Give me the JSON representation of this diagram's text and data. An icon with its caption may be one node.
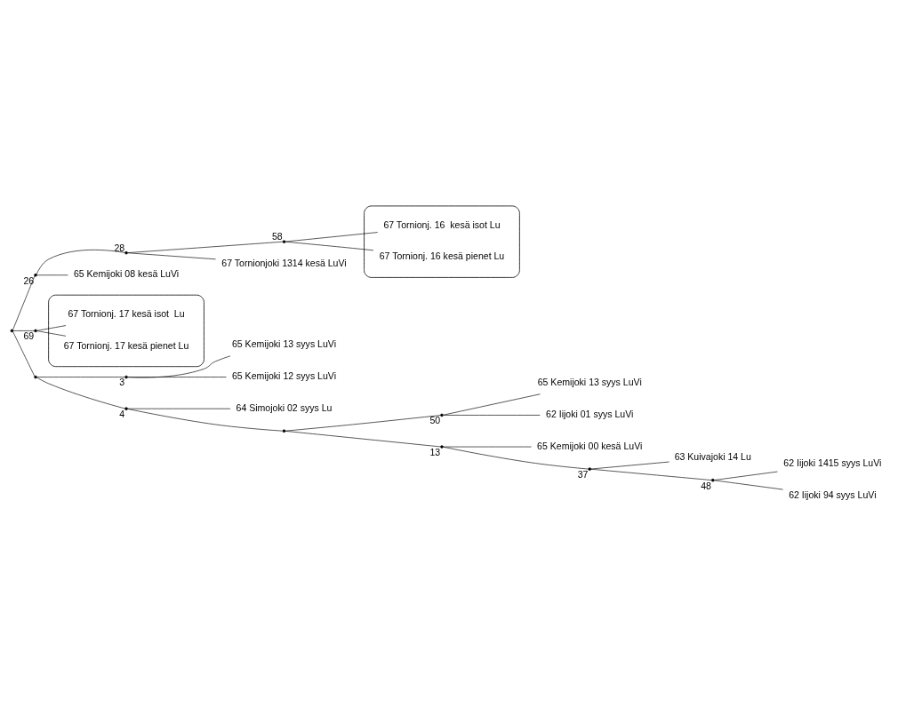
{
  "diagram": {
    "nodes": [
      {
        "text": [],
        "shape": "ellipse"
      },
      {
        "text": [
          "67 Tornionj. 16  kesä isot Lu"
        ],
        "in": 0
      },
      {
        "text": [
          "67 Tornionj. 16 kesä pienet Lu"
        ],
        "in": 0
      },
      {
        "text": [],
        "shape": "point",
        "beside": [
          "58"
        ]
      },
      {
        "text": [
          "67 Tornionjoki 1314 kesä LuVi"
        ]
      },
      {
        "text": [],
        "shape": "point",
        "beside": [
          "28"
        ]
      },
      {
        "text": [
          "65 Kemijoki 08 kesä LuVi"
        ]
      },
      {
        "text": [],
        "shape": "point",
        "beside": [
          "26"
        ]
      },
      {
        "text": [],
        "shape": "ellipse"
      },
      {
        "text": [
          "67 Tornionj. 17 kesä isot  Lu"
        ],
        "in": 8
      },
      {
        "text": [
          "67 Tornionj. 17 kesä pienet Lu"
        ],
        "in": 8
      },
      {
        "text": [],
        "shape": "point",
        "beside": [
          "69"
        ]
      },
      {
        "text": [],
        "shape": "point"
      },
      {
        "text": [
          "65 Kemijoki 13 syys LuVi"
        ]
      },
      {
        "text": [],
        "shape": "point",
        "beside": [
          "3"
        ]
      },
      {
        "text": [
          "65 Kemijoki 12 syys LuVi"
        ]
      },
      {
        "text": [],
        "shape": "point"
      },
      {
        "text": [
          "64 Simojoki 02 syys Lu"
        ]
      },
      {
        "text": [],
        "shape": "point",
        "beside": [
          "4"
        ]
      },
      {
        "text": [
          "65 Kemijoki 13 syys LuVi"
        ]
      },
      {
        "text": [
          "65 Kemijoki 00 kesä LuVi"
        ]
      },
      {
        "text": [],
        "shape": "point"
      },
      {
        "text": [],
        "shape": "point",
        "beside": [
          "50"
        ]
      },
      {
        "text": [],
        "shape": "point",
        "beside": [
          "13"
        ]
      },
      {
        "text": [
          "62 Iijoki 01 syys LuVi"
        ]
      },
      {
        "text": [
          "63 Kuivajoki 14 Lu"
        ]
      },
      {
        "text": [],
        "shape": "point",
        "beside": [
          "37"
        ]
      },
      {
        "text": [],
        "shape": "point",
        "beside": [
          "48"
        ]
      },
      {
        "text": [
          "62 Iijoki 1415 syys LuVi"
        ]
      },
      {
        "text": [
          "62 Iijoki 94 syys LuVi"
        ]
      }
    ],
    "edges": [
      {
        "from": 12,
        "to": 7,
        "arrow": "none"
      },
      {
        "from": 7,
        "to": 6,
        "arrow": "none"
      },
      {
        "from": 7,
        "to": 5,
        "arrow": "none"
      },
      {
        "from": 5,
        "to": 4,
        "arrow": "none"
      },
      {
        "from": 5,
        "to": 3,
        "arrow": "none"
      },
      {
        "from": 3,
        "to": 1,
        "arrow": "none"
      },
      {
        "from": 3,
        "to": 2,
        "arrow": "none"
      },
      {
        "from": 12,
        "to": 11,
        "arrow": "none"
      },
      {
        "from": 11,
        "to": 9,
        "arrow": "none"
      },
      {
        "from": 11,
        "to": 10,
        "arrow": "none"
      },
      {
        "from": 12,
        "to": 16,
        "arrow": "none"
      },
      {
        "from": 16,
        "to": 14,
        "arrow": "none"
      },
      {
        "from": 14,
        "to": 13,
        "arrow": "none"
      },
      {
        "from": 14,
        "to": 15,
        "arrow": "none"
      },
      {
        "from": 16,
        "to": 18,
        "arrow": "none"
      },
      {
        "from": 18,
        "to": 17,
        "arrow": "none"
      },
      {
        "from": 18,
        "to": 21,
        "arrow": "none"
      },
      {
        "from": 21,
        "to": 22,
        "arrow": "none"
      },
      {
        "from": 22,
        "to": 19,
        "arrow": "none"
      },
      {
        "from": 22,
        "to": 24,
        "arrow": "none"
      },
      {
        "from": 21,
        "to": 23,
        "arrow": "none"
      },
      {
        "from": 23,
        "to": 20,
        "arrow": "none"
      },
      {
        "from": 23,
        "to": 26,
        "arrow": "none"
      },
      {
        "from": 26,
        "to": 25,
        "arrow": "none"
      },
      {
        "from": 26,
        "to": 27,
        "arrow": "none"
      },
      {
        "from": 27,
        "to": 28,
        "arrow": "none"
      },
      {
        "from": 27,
        "to": 29,
        "arrow": "none"
      }
    ]
  }
}
